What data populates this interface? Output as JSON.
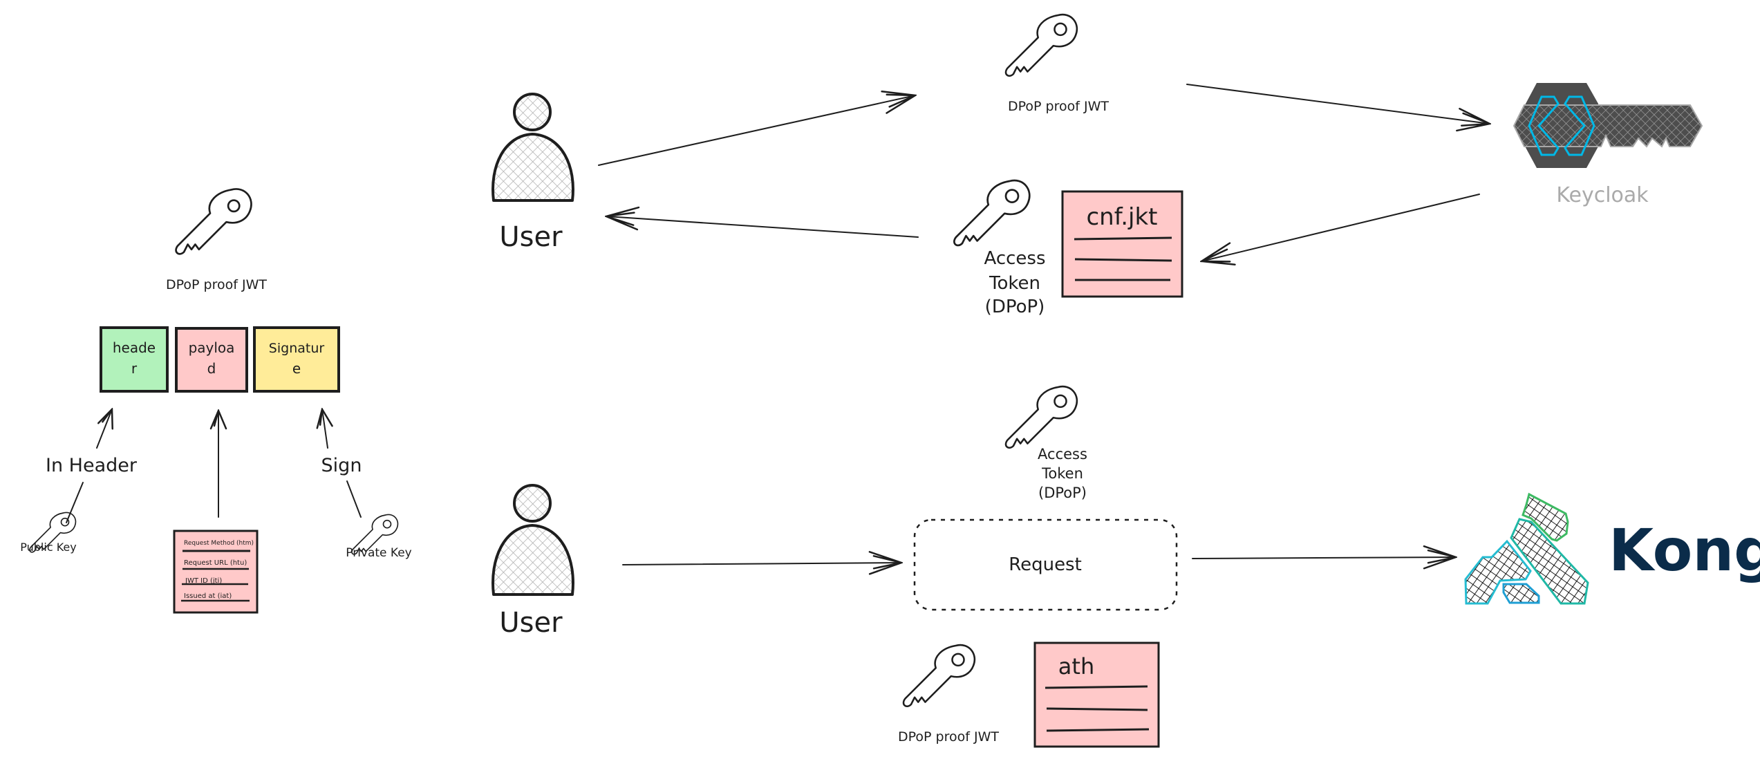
{
  "colors": {
    "stroke": "#1e1e1e",
    "green": "#b2f2bb",
    "pink": "#ffc9c9",
    "yellow": "#ffec99",
    "keycloak_gray": "#4d4d4d",
    "keycloak_blue": "#00b8e6",
    "kong_navy": "#0b2c4a",
    "kong_teal": "#1fb8a6",
    "kong_green": "#3dba63"
  },
  "jwt_structure": {
    "title": "DPoP proof JWT",
    "parts": [
      "heade\nr",
      "payloa\nd",
      "Signatur\ne"
    ],
    "parts_lines": [
      [
        "heade",
        "r"
      ],
      [
        "payloa",
        "d"
      ],
      [
        "Signatur",
        "e"
      ]
    ],
    "in_header_label": "In Header",
    "sign_label": "Sign",
    "public_key_label": "Public Key",
    "private_key_label": "Private Key",
    "payload_claims": [
      "Request Method (htm)",
      "Request URL (htu)",
      "JWT ID (jti)",
      "Issued at (iat)"
    ]
  },
  "token_flow": {
    "user_label": "User",
    "proof_label": "DPoP proof JWT",
    "idp_label": "Keycloak",
    "token_label_lines": [
      "Access",
      "Token",
      "(DPoP)"
    ],
    "token_claim": "cnf.jkt"
  },
  "request_flow": {
    "user_label": "User",
    "token_label_lines": [
      "Access",
      "Token",
      "(DPoP)"
    ],
    "request_label": "Request",
    "proof_label": "DPoP proof JWT",
    "proof_claim": "ath",
    "gateway_label": "Kong"
  }
}
